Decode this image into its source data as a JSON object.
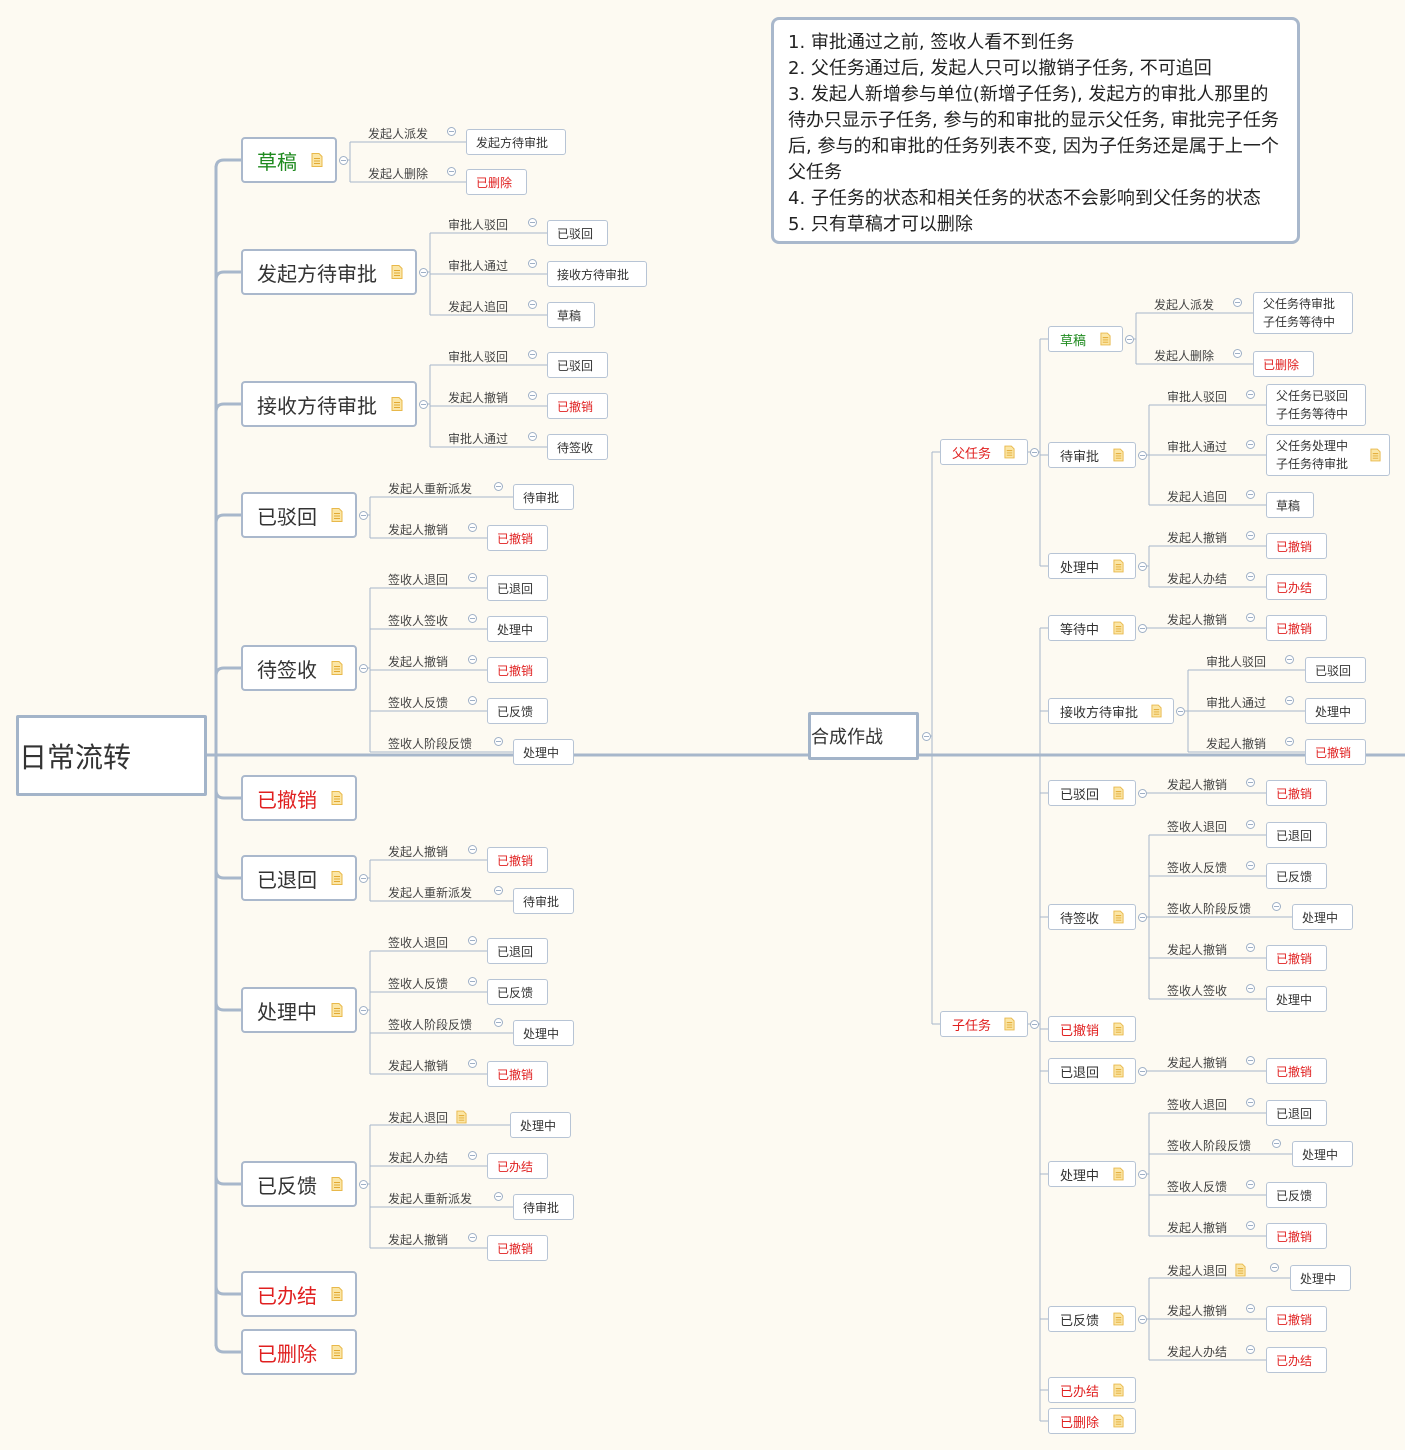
{
  "notes": [
    "1. 审批通过之前, 签收人看不到任务",
    "2. 父任务通过后, 发起人只可以撤销子任务, 不可追回",
    "3. 发起人新增参与单位(新增子任务), 发起方的审批人那里的待办只显示子任务, 参与的和审批的显示父任务, 审批完子任务后, 参与的和审批的任务列表不变, 因为子任务还是属于上一个父任务",
    "4. 子任务的状态和相关任务的状态不会影响到父任务的状态",
    "5. 只有草稿才可以删除"
  ],
  "colors": {
    "green": "#1e8a1e",
    "red": "#e02020",
    "dark": "#333333",
    "line": "#a7b7cb",
    "border": "#b7c4d5"
  },
  "left_map": {
    "root": "日常流转",
    "states": [
      {
        "label": "草稿",
        "color": "green",
        "transitions": [
          {
            "edge": "发起人派发",
            "target": "发起方待审批",
            "color": "dark"
          },
          {
            "edge": "发起人删除",
            "target": "已删除",
            "color": "red"
          }
        ]
      },
      {
        "label": "发起方待审批",
        "color": "dark",
        "transitions": [
          {
            "edge": "审批人驳回",
            "target": "已驳回",
            "color": "dark"
          },
          {
            "edge": "审批人通过",
            "target": "接收方待审批",
            "color": "dark"
          },
          {
            "edge": "发起人追回",
            "target": "草稿",
            "color": "dark"
          }
        ]
      },
      {
        "label": "接收方待审批",
        "color": "dark",
        "transitions": [
          {
            "edge": "审批人驳回",
            "target": "已驳回",
            "color": "dark"
          },
          {
            "edge": "发起人撤销",
            "target": "已撤销",
            "color": "red"
          },
          {
            "edge": "审批人通过",
            "target": "待签收",
            "color": "dark"
          }
        ]
      },
      {
        "label": "已驳回",
        "color": "dark",
        "transitions": [
          {
            "edge": "发起人重新派发",
            "target": "待审批",
            "color": "dark"
          },
          {
            "edge": "发起人撤销",
            "target": "已撤销",
            "color": "red"
          }
        ]
      },
      {
        "label": "待签收",
        "color": "dark",
        "transitions": [
          {
            "edge": "签收人退回",
            "target": "已退回",
            "color": "dark"
          },
          {
            "edge": "签收人签收",
            "target": "处理中",
            "color": "dark"
          },
          {
            "edge": "发起人撤销",
            "target": "已撤销",
            "color": "red"
          },
          {
            "edge": "签收人反馈",
            "target": "已反馈",
            "color": "dark"
          },
          {
            "edge": "签收人阶段反馈",
            "target": "处理中",
            "color": "dark"
          }
        ]
      },
      {
        "label": "已撤销",
        "color": "red",
        "transitions": []
      },
      {
        "label": "已退回",
        "color": "dark",
        "transitions": [
          {
            "edge": "发起人撤销",
            "target": "已撤销",
            "color": "red"
          },
          {
            "edge": "发起人重新派发",
            "target": "待审批",
            "color": "dark"
          }
        ]
      },
      {
        "label": "处理中",
        "color": "dark",
        "transitions": [
          {
            "edge": "签收人退回",
            "target": "已退回",
            "color": "dark"
          },
          {
            "edge": "签收人反馈",
            "target": "已反馈",
            "color": "dark"
          },
          {
            "edge": "签收人阶段反馈",
            "target": "处理中",
            "color": "dark"
          },
          {
            "edge": "发起人撤销",
            "target": "已撤销",
            "color": "red"
          }
        ]
      },
      {
        "label": "已反馈",
        "color": "dark",
        "transitions": [
          {
            "edge": "发起人退回",
            "target": "处理中",
            "color": "dark",
            "edge_note": true
          },
          {
            "edge": "发起人办结",
            "target": "已办结",
            "color": "red"
          },
          {
            "edge": "发起人重新派发",
            "target": "待审批",
            "color": "dark"
          },
          {
            "edge": "发起人撤销",
            "target": "已撤销",
            "color": "red"
          }
        ]
      },
      {
        "label": "已办结",
        "color": "red",
        "transitions": []
      },
      {
        "label": "已删除",
        "color": "red",
        "transitions": []
      }
    ]
  },
  "right_map": {
    "root": "合成作战",
    "groups": [
      {
        "label": "父任务",
        "color": "red",
        "states": [
          {
            "label": "草稿",
            "color": "green",
            "transitions": [
              {
                "edge": "发起人派发",
                "target": "父任务待审批\n子任务等待中",
                "color": "dark"
              },
              {
                "edge": "发起人删除",
                "target": "已删除",
                "color": "red"
              }
            ]
          },
          {
            "label": "待审批",
            "color": "dark",
            "transitions": [
              {
                "edge": "审批人驳回",
                "target": "父任务已驳回\n子任务等待中",
                "color": "dark"
              },
              {
                "edge": "审批人通过",
                "target": "父任务处理中\n子任务待审批",
                "color": "dark",
                "target_note": true
              },
              {
                "edge": "发起人追回",
                "target": "草稿",
                "color": "dark"
              }
            ]
          },
          {
            "label": "处理中",
            "color": "dark",
            "transitions": [
              {
                "edge": "发起人撤销",
                "target": "已撤销",
                "color": "red"
              },
              {
                "edge": "发起人办结",
                "target": "已办结",
                "color": "red"
              }
            ]
          }
        ]
      },
      {
        "label": "子任务",
        "color": "red",
        "states": [
          {
            "label": "等待中",
            "color": "dark",
            "transitions": [
              {
                "edge": "发起人撤销",
                "target": "已撤销",
                "color": "red"
              }
            ]
          },
          {
            "label": "接收方待审批",
            "color": "dark",
            "transitions": [
              {
                "edge": "审批人驳回",
                "target": "已驳回",
                "color": "dark"
              },
              {
                "edge": "审批人通过",
                "target": "处理中",
                "color": "dark"
              },
              {
                "edge": "发起人撤销",
                "target": "已撤销",
                "color": "red"
              }
            ]
          },
          {
            "label": "已驳回",
            "color": "dark",
            "transitions": [
              {
                "edge": "发起人撤销",
                "target": "已撤销",
                "color": "red"
              }
            ]
          },
          {
            "label": "待签收",
            "color": "dark",
            "transitions": [
              {
                "edge": "签收人退回",
                "target": "已退回",
                "color": "dark"
              },
              {
                "edge": "签收人反馈",
                "target": "已反馈",
                "color": "dark"
              },
              {
                "edge": "签收人阶段反馈",
                "target": "处理中",
                "color": "dark"
              },
              {
                "edge": "发起人撤销",
                "target": "已撤销",
                "color": "red"
              },
              {
                "edge": "签收人签收",
                "target": "处理中",
                "color": "dark"
              }
            ]
          },
          {
            "label": "已撤销",
            "color": "red",
            "transitions": []
          },
          {
            "label": "已退回",
            "color": "dark",
            "transitions": [
              {
                "edge": "发起人撤销",
                "target": "已撤销",
                "color": "red"
              }
            ]
          },
          {
            "label": "处理中",
            "color": "dark",
            "transitions": [
              {
                "edge": "签收人退回",
                "target": "已退回",
                "color": "dark"
              },
              {
                "edge": "签收人阶段反馈",
                "target": "处理中",
                "color": "dark"
              },
              {
                "edge": "签收人反馈",
                "target": "已反馈",
                "color": "dark"
              },
              {
                "edge": "发起人撤销",
                "target": "已撤销",
                "color": "red"
              }
            ]
          },
          {
            "label": "已反馈",
            "color": "dark",
            "transitions": [
              {
                "edge": "发起人退回",
                "target": "处理中",
                "color": "dark",
                "edge_note": true
              },
              {
                "edge": "发起人撤销",
                "target": "已撤销",
                "color": "red"
              },
              {
                "edge": "发起人办结",
                "target": "已办结",
                "color": "red"
              }
            ]
          },
          {
            "label": "已办结",
            "color": "red",
            "transitions": []
          },
          {
            "label": "已删除",
            "color": "red",
            "transitions": []
          }
        ]
      }
    ]
  }
}
